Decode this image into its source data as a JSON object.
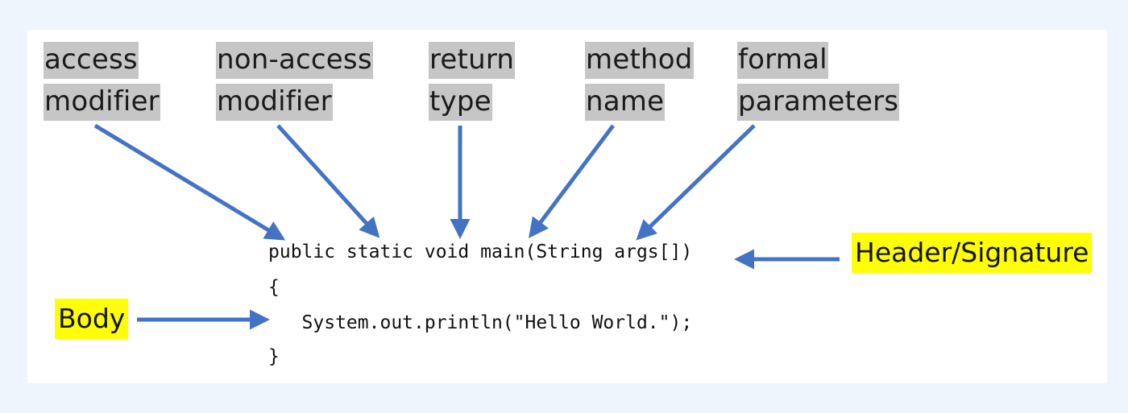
{
  "labels": {
    "access_modifier": [
      "access",
      "modifier"
    ],
    "non_access_modifier": [
      "non-access",
      "modifier"
    ],
    "return_type": [
      "return",
      "type"
    ],
    "method_name": [
      "method",
      "name"
    ],
    "formal_parameters": [
      "formal",
      "parameters"
    ]
  },
  "callouts": {
    "header": "Header/Signature",
    "body": "Body"
  },
  "code": {
    "line1": "public static void main(String args[])",
    "line2": "{",
    "line3": "   System.out.println(\"Hello World.\");",
    "line4": "}"
  },
  "colors": {
    "arrow": "#4472c4",
    "label_bg": "#c6c6c6",
    "highlight": "#ffff00",
    "page_bg": "#eef5fd"
  }
}
